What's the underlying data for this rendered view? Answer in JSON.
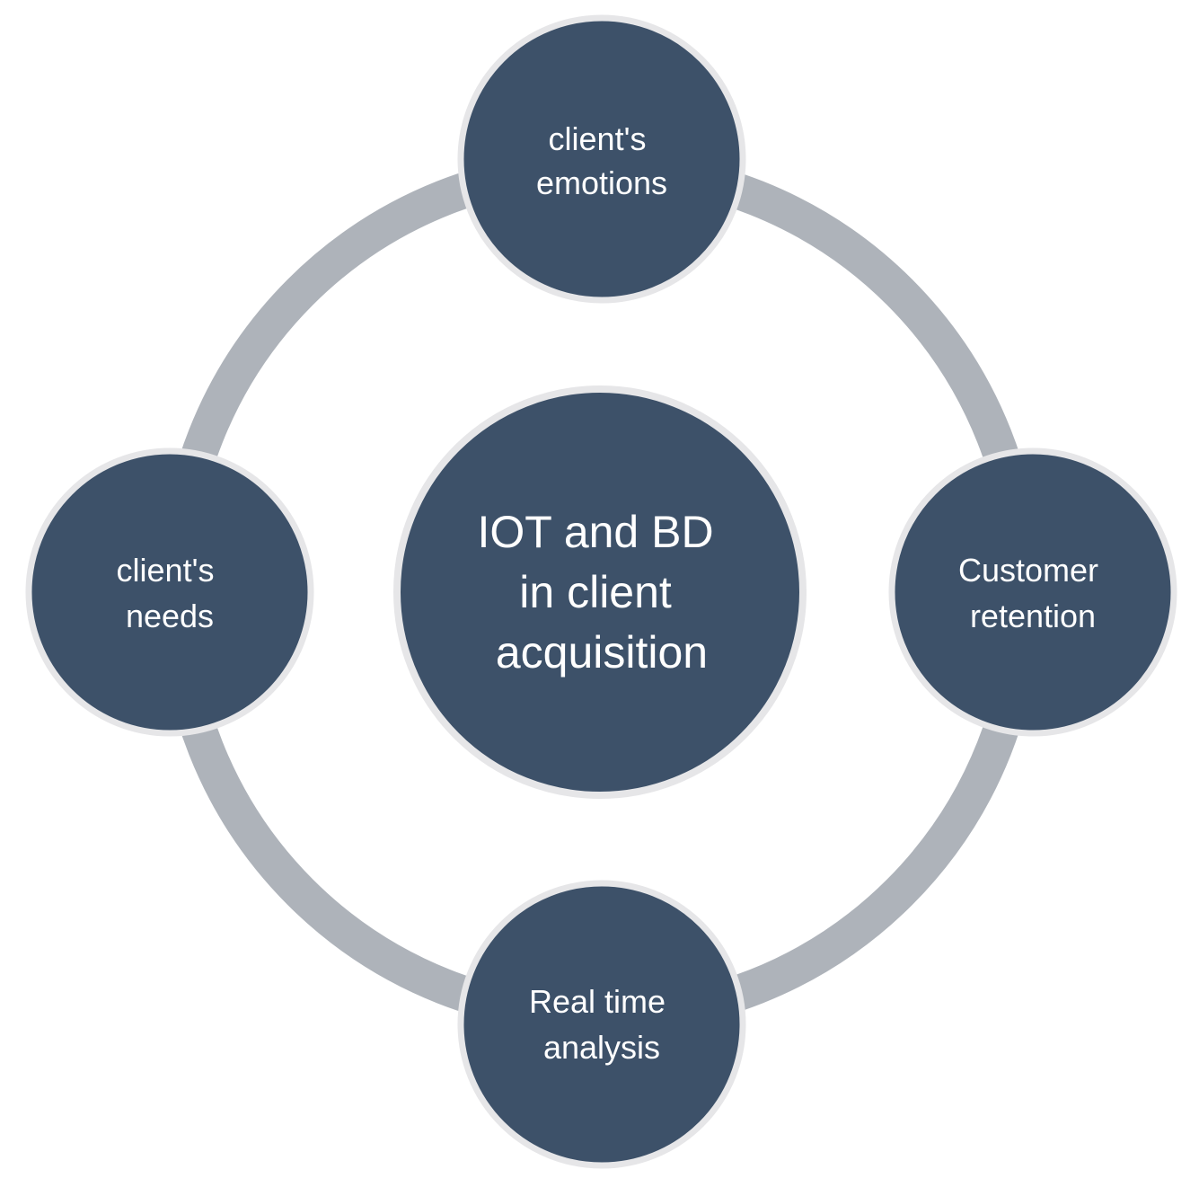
{
  "diagram": {
    "center": {
      "lines": [
        "IOT and BD",
        "in client",
        "acquisition"
      ]
    },
    "nodes": {
      "top": {
        "lines": [
          "client's",
          "emotions"
        ]
      },
      "right": {
        "lines": [
          "Customer",
          "retention"
        ]
      },
      "bottom": {
        "lines": [
          "Real time",
          "analysis"
        ]
      },
      "left": {
        "lines": [
          "client's",
          "needs"
        ]
      }
    }
  },
  "colors": {
    "node_fill": "#3d5169",
    "node_border": "#e6e6e8",
    "ring": "#aeb3ba",
    "text": "#ffffff",
    "background": "#ffffff"
  }
}
